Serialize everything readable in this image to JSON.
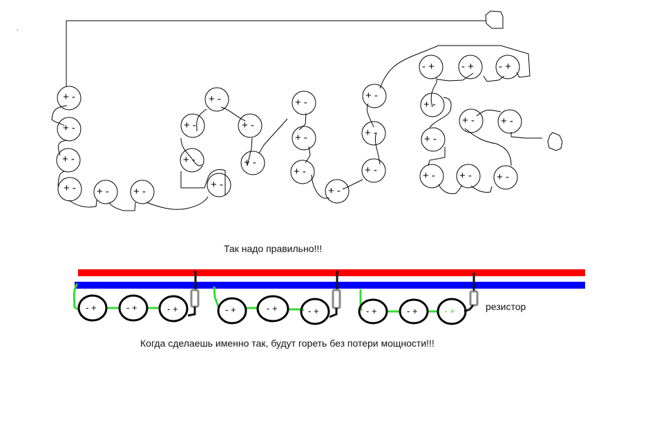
{
  "top_sketch": {
    "description": "hand-drawn LED wiring forming letters",
    "leds": [
      {
        "label": "+ -"
      },
      {
        "label": "+ -"
      },
      {
        "label": "+ -"
      },
      {
        "label": "+ -"
      },
      {
        "label": "+ -"
      },
      {
        "label": "+ -"
      },
      {
        "label": "+ -"
      },
      {
        "label": "+ -"
      },
      {
        "label": "+ -"
      },
      {
        "label": "+ -"
      },
      {
        "label": "+ -"
      },
      {
        "label": "+ -"
      },
      {
        "label": "+ -"
      },
      {
        "label": "+ -"
      },
      {
        "label": "+ -"
      },
      {
        "label": "+ -"
      },
      {
        "label": "+ -"
      },
      {
        "label": "+ -"
      },
      {
        "label": "+ -"
      },
      {
        "label": "- +"
      },
      {
        "label": "- +"
      },
      {
        "label": "- +"
      },
      {
        "label": "+ -"
      },
      {
        "label": "+ -"
      },
      {
        "label": "+ -"
      },
      {
        "label": "+ -"
      },
      {
        "label": "+ -"
      },
      {
        "label": "+ -"
      },
      {
        "label": "+ -"
      }
    ]
  },
  "bottom_diagram": {
    "title": "Так надо правильно!!!",
    "resistor_label": "резистор",
    "caption": "Когда сделаешь именно так, будут гореть без потери мощности!!!",
    "rails": {
      "positive_color": "#ff0000",
      "negative_color": "#0000ff"
    },
    "wire_color": "#33dd33",
    "resistor_color": "#888888",
    "groups": [
      {
        "leds": [
          {
            "label": "- +"
          },
          {
            "label": "- +"
          },
          {
            "label": "- +"
          }
        ]
      },
      {
        "leds": [
          {
            "label": "- +"
          },
          {
            "label": "- +"
          },
          {
            "label": "- +"
          }
        ]
      },
      {
        "leds": [
          {
            "label": "- +"
          },
          {
            "label": "- +"
          },
          {
            "label": "- +"
          }
        ]
      }
    ]
  }
}
